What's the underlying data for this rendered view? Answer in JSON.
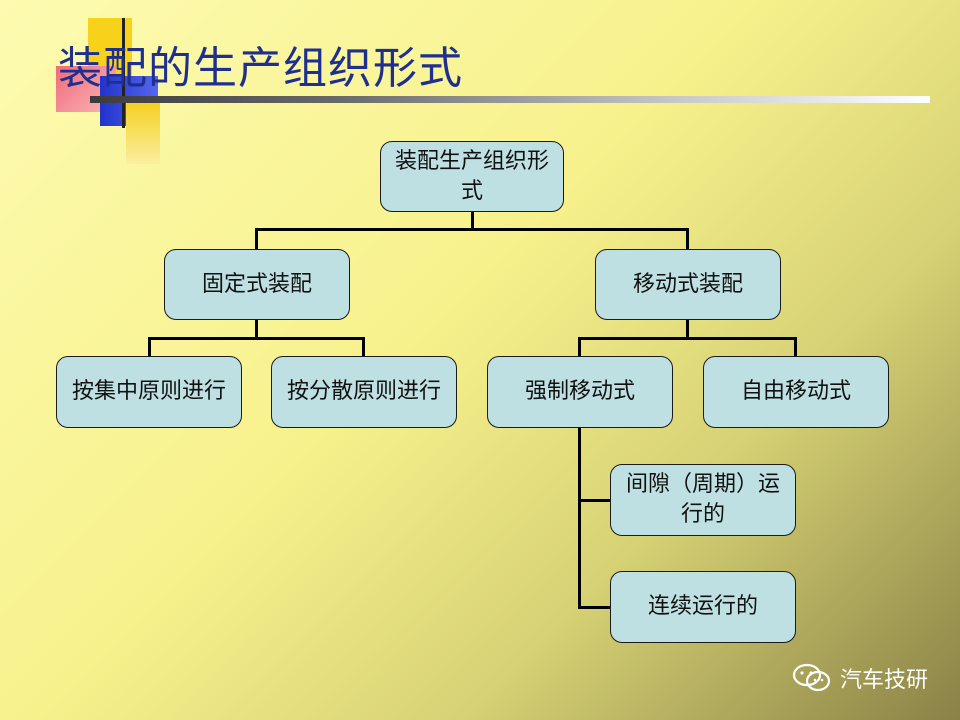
{
  "slide": {
    "title": "装配的生产组织形式"
  },
  "diagram": {
    "root": "装配生产组织形式",
    "fixed": "固定式装配",
    "mobile": "移动式装配",
    "fixed_children": [
      "按集中原则进行",
      "按分散原则进行"
    ],
    "mobile_children": [
      "强制移动式",
      "自由移动式"
    ],
    "forced_children": [
      "间隙（周期）运行的",
      "连续运行的"
    ]
  },
  "watermark": {
    "text": "汽车技研",
    "icon": "wechat-icon"
  },
  "colors": {
    "node_fill": "#bfe0e2",
    "title_color": "#1f2f8f"
  }
}
